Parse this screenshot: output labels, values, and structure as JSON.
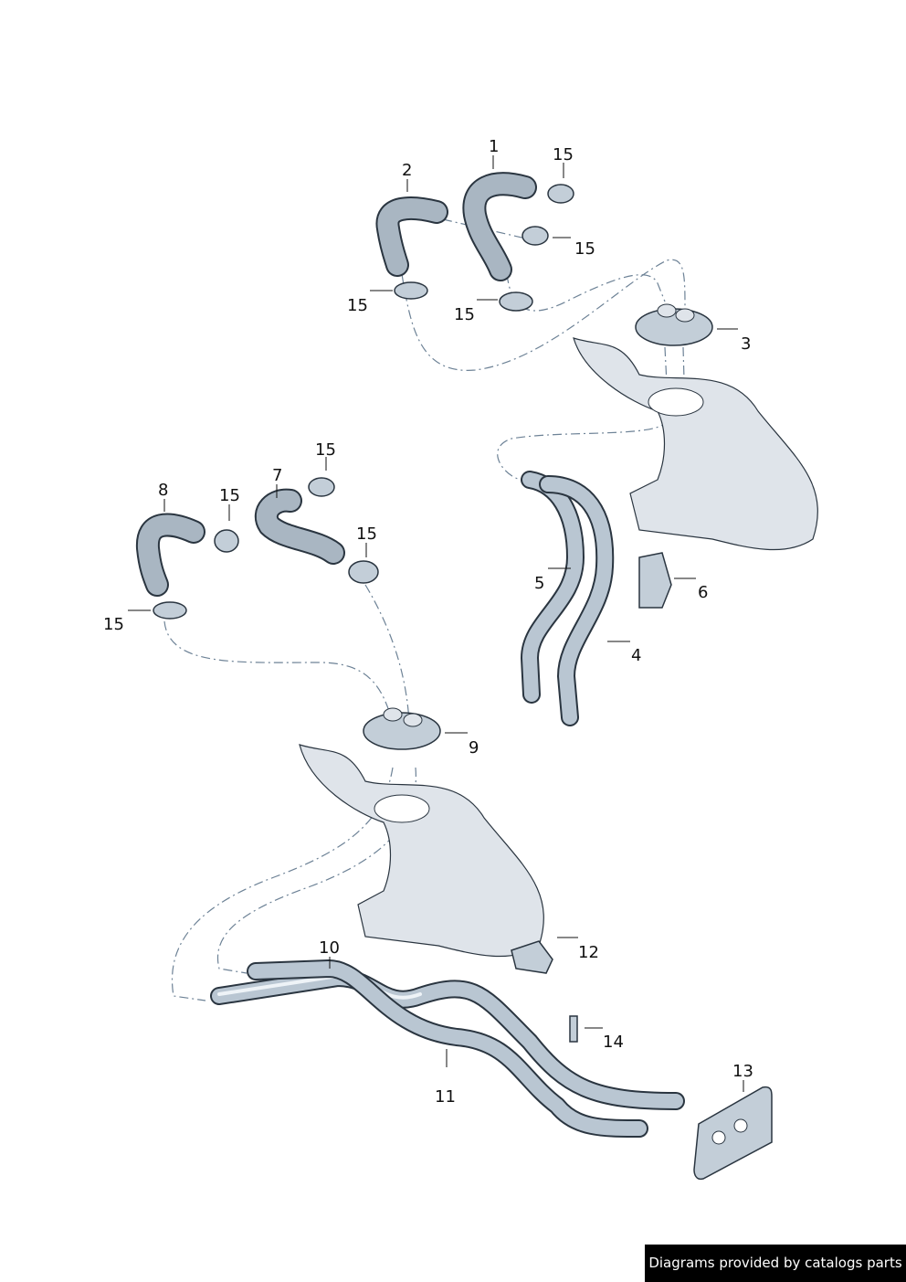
{
  "callouts": {
    "c1": "1",
    "c2": "2",
    "c3": "3",
    "c4": "4",
    "c5": "5",
    "c6": "6",
    "c7": "7",
    "c8": "8",
    "c9": "9",
    "c10": "10",
    "c11": "11",
    "c12": "12",
    "c13": "13",
    "c14": "14",
    "c15": "15"
  },
  "footer": {
    "text": "Diagrams provided by catalogs parts"
  },
  "colors": {
    "part_fill": "#c3ced8",
    "outline": "#2a3540",
    "body_panel": "#dfe4ea",
    "leader_dash": "#6d8296"
  }
}
